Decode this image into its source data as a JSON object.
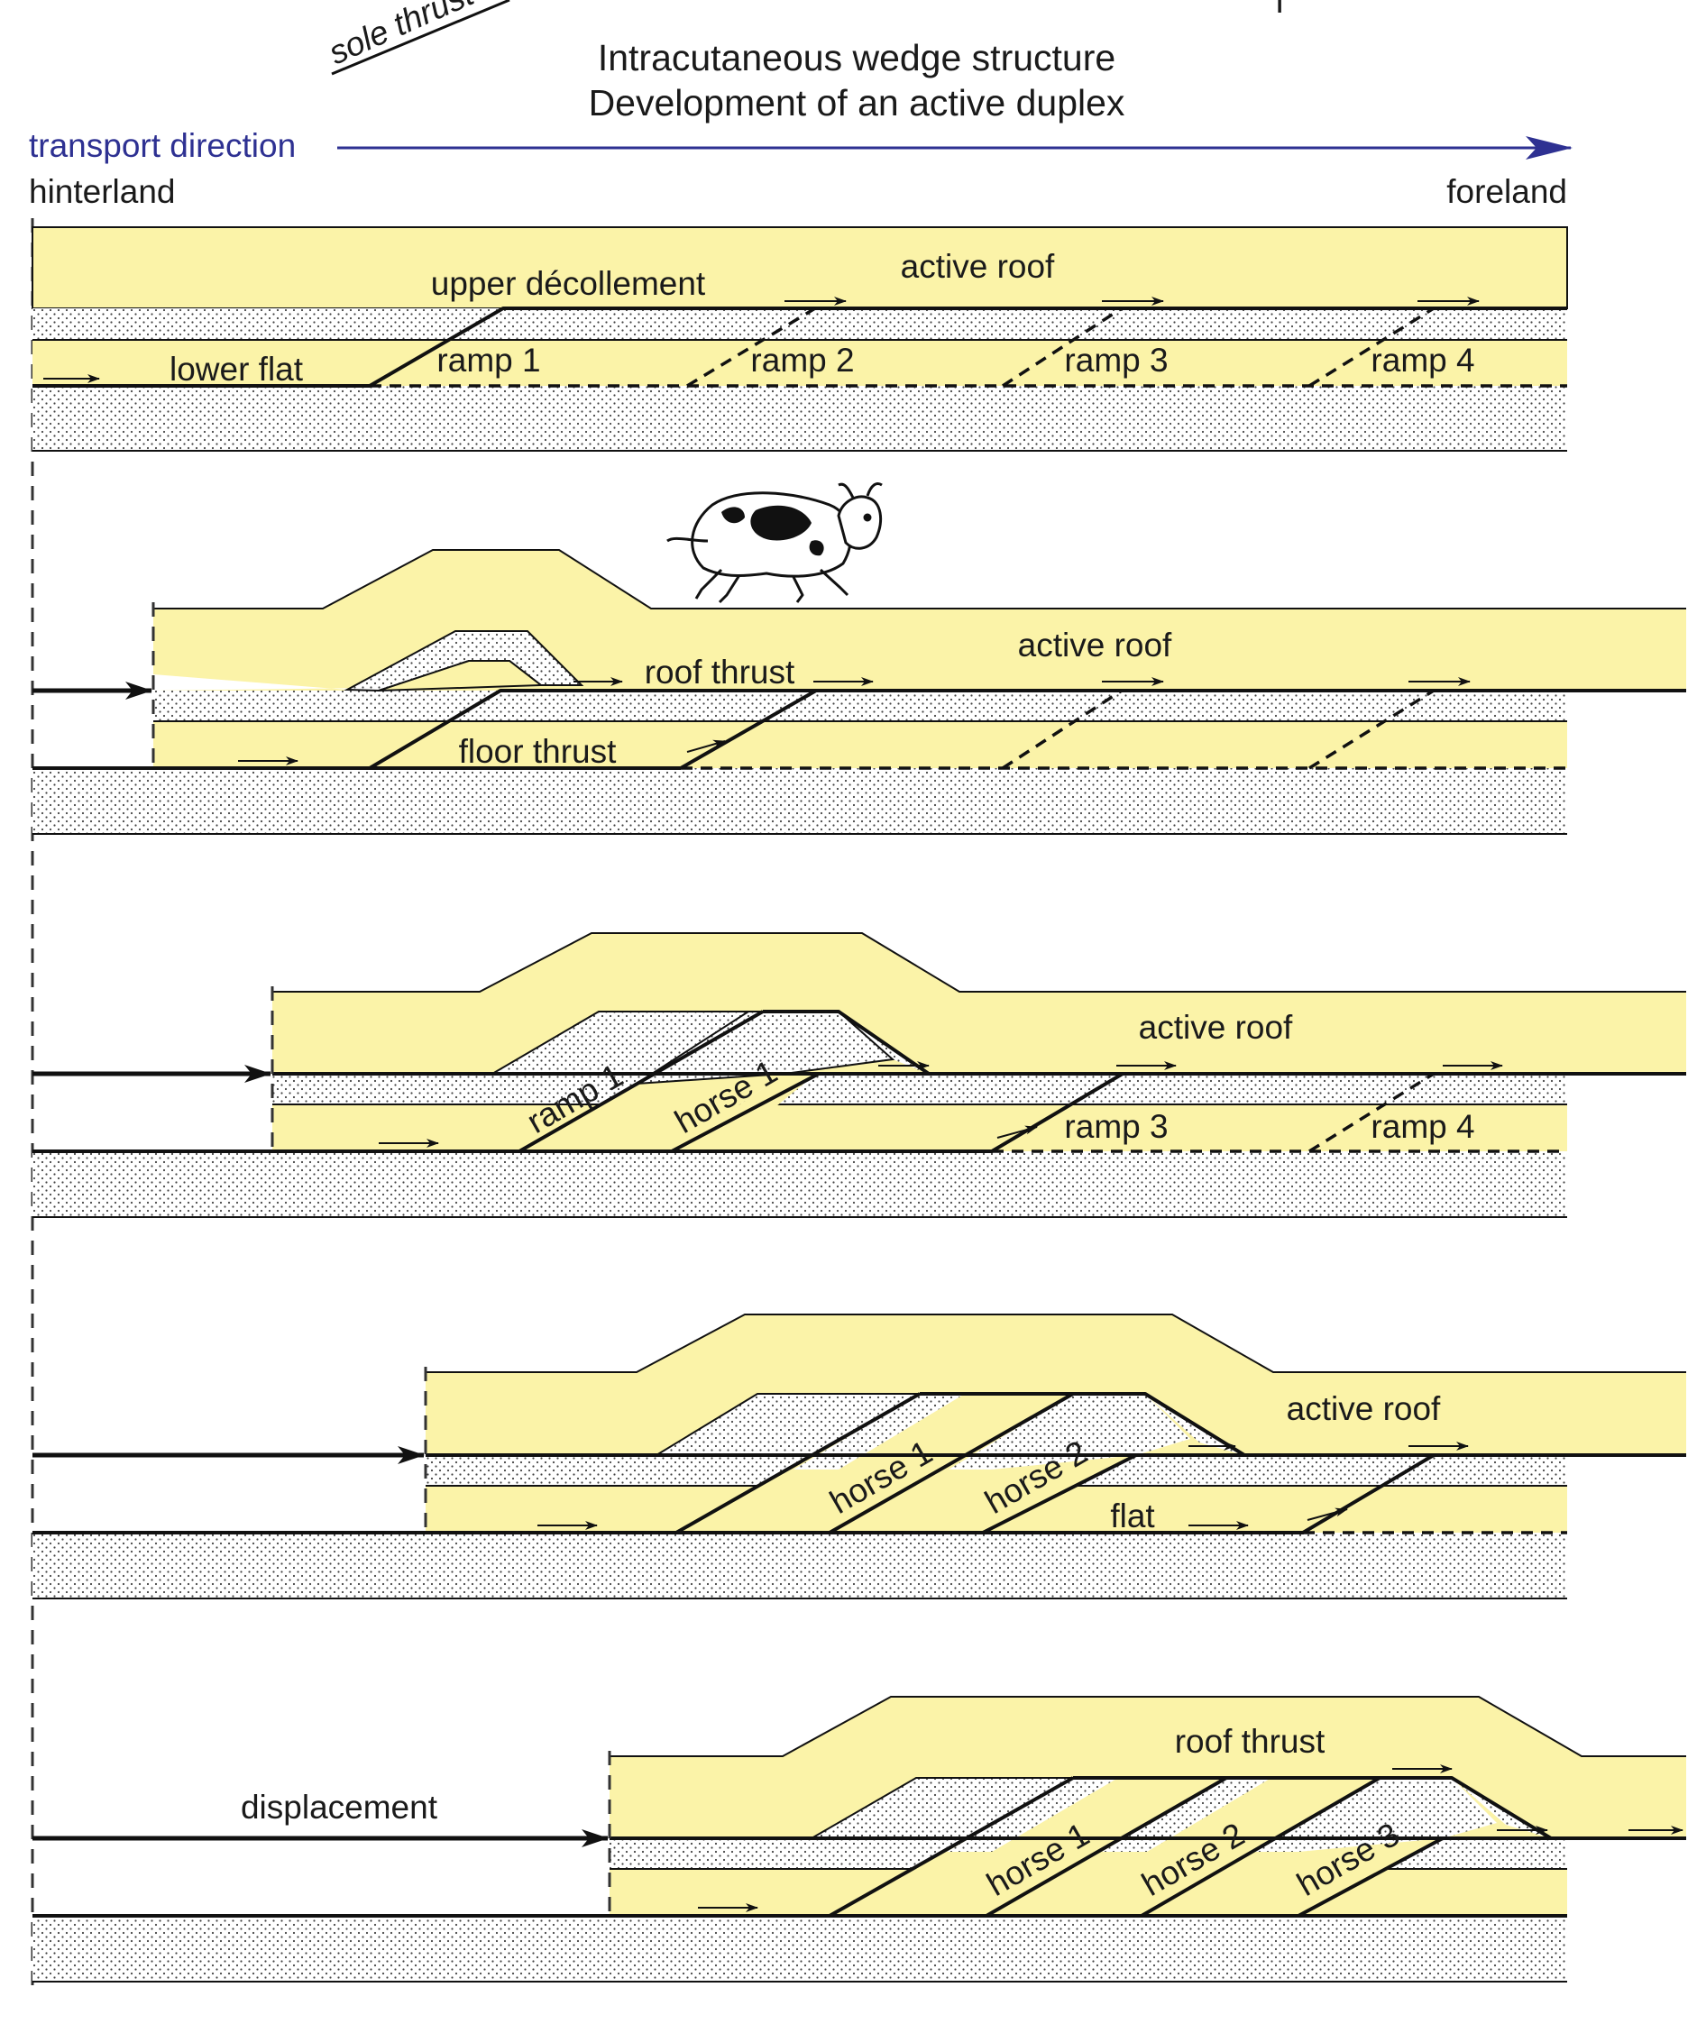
{
  "header": {
    "corner_label": "sole thrust",
    "corner_mark": "I",
    "title_line1": "Intracutaneous wedge structure",
    "title_line2": "Development of an active duplex"
  },
  "orientation": {
    "transport_label": "transport direction",
    "hinterland": "hinterland",
    "foreland": "foreland"
  },
  "stage1": {
    "active_roof": "active roof",
    "upper_decollement": "upper décollement",
    "lower_flat": "lower flat",
    "ramp1": "ramp 1",
    "ramp2": "ramp 2",
    "ramp3": "ramp 3",
    "ramp4": "ramp 4"
  },
  "stage2": {
    "active_roof": "active roof",
    "roof_thrust": "roof thrust",
    "floor_thrust": "floor thrust"
  },
  "stage3": {
    "active_roof": "active roof",
    "ramp1": "ramp 1",
    "horse1": "horse 1",
    "ramp3": "ramp 3",
    "ramp4": "ramp 4"
  },
  "stage4": {
    "active_roof": "active roof",
    "horse1": "horse 1",
    "horse2": "horse 2",
    "flat": "flat"
  },
  "stage5": {
    "roof_thrust": "roof thrust",
    "displacement": "displacement",
    "horse1": "horse 1",
    "horse2": "horse 2",
    "horse3": "horse 3"
  },
  "colors": {
    "yellow_layer": "#fbf3a8",
    "stipple_layer": "#ffffff",
    "transport_arrow": "#2e3192",
    "fault_lines": "#111111"
  }
}
